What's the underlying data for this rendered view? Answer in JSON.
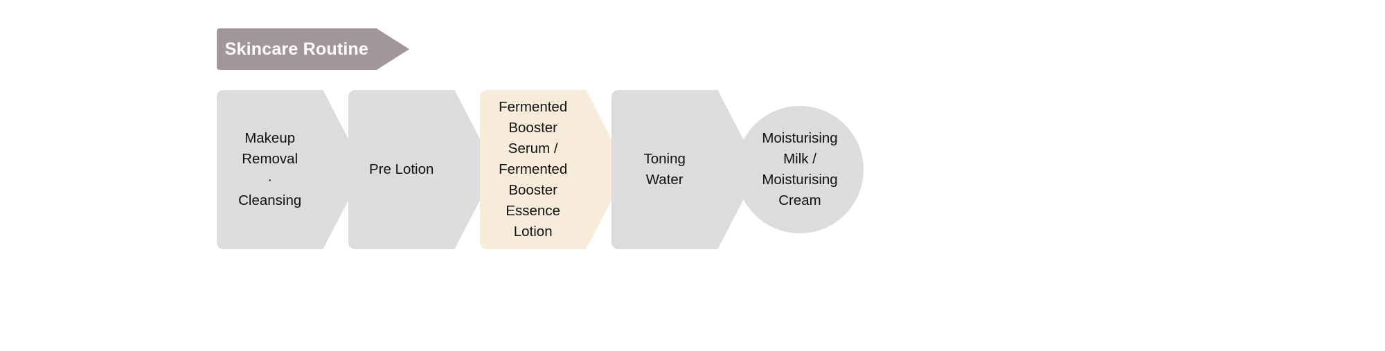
{
  "diagram": {
    "title": "Skincare Routine",
    "type": "horizontal-chevron-process-flow",
    "background_color": "#ffffff",
    "banner": {
      "label": "Skincare Routine",
      "fill_color": "#a2969c",
      "text_color": "#ffffff"
    },
    "colors": {
      "step_default_fill": "#dcdcde",
      "step_highlight_fill": "#f6ecd9",
      "step_text": "#111111",
      "banner_fill": "#a2969c"
    },
    "steps": [
      {
        "index": 1,
        "shape": "chevron-arrow",
        "label": "Makeup\nRemoval\n·\nCleansing",
        "highlighted": false,
        "fill_color": "#dcdcde"
      },
      {
        "index": 2,
        "shape": "chevron-arrow",
        "label": "Pre Lotion",
        "highlighted": false,
        "fill_color": "#dcdcde"
      },
      {
        "index": 3,
        "shape": "chevron-arrow",
        "label": "Fermented\nBooster\nSerum /\nFermented\nBooster\nEssence\nLotion",
        "highlighted": true,
        "fill_color": "#f6ecd9"
      },
      {
        "index": 4,
        "shape": "chevron-arrow",
        "label": "Toning\nWater",
        "highlighted": false,
        "fill_color": "#dcdcde"
      },
      {
        "index": 5,
        "shape": "circle",
        "label": "Moisturising\nMilk /\nMoisturising\nCream",
        "highlighted": false,
        "fill_color": "#dcdcde"
      }
    ]
  }
}
